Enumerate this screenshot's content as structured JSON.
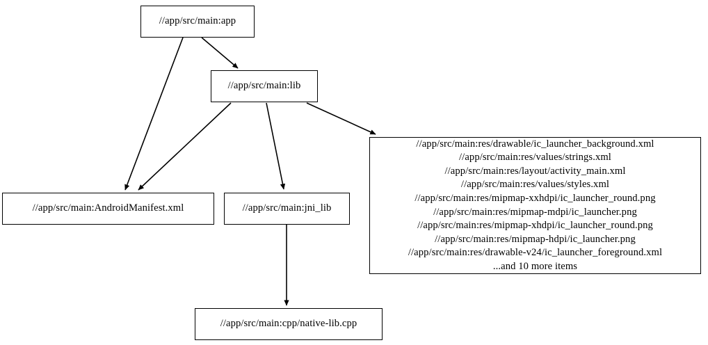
{
  "diagram": {
    "type": "directed-graph",
    "title": "",
    "background_color": "#ffffff",
    "node_border_color": "#000000",
    "node_fill_color": "#ffffff",
    "edge_color": "#000000",
    "text_color": "#000000",
    "nodes": [
      {
        "id": "app",
        "label": "//app/src/main:app"
      },
      {
        "id": "lib",
        "label": "//app/src/main:lib"
      },
      {
        "id": "manifest",
        "label": "//app/src/main:AndroidManifest.xml"
      },
      {
        "id": "jni_lib",
        "label": "//app/src/main:jni_lib"
      },
      {
        "id": "native_lib",
        "label": "//app/src/main:cpp/native-lib.cpp"
      },
      {
        "id": "res",
        "label": "//app/src/main:res/drawable/ic_launcher_background.xml\n//app/src/main:res/values/strings.xml\n//app/src/main:res/layout/activity_main.xml\n//app/src/main:res/values/styles.xml\n//app/src/main:res/mipmap-xxhdpi/ic_launcher_round.png\n//app/src/main:res/mipmap-mdpi/ic_launcher.png\n//app/src/main:res/mipmap-xhdpi/ic_launcher_round.png\n//app/src/main:res/mipmap-hdpi/ic_launcher.png\n//app/src/main:res/drawable-v24/ic_launcher_foreground.xml\n...and 10 more items",
        "lines": [
          "//app/src/main:res/drawable/ic_launcher_background.xml",
          "//app/src/main:res/values/strings.xml",
          "//app/src/main:res/layout/activity_main.xml",
          "//app/src/main:res/values/styles.xml",
          "//app/src/main:res/mipmap-xxhdpi/ic_launcher_round.png",
          "//app/src/main:res/mipmap-mdpi/ic_launcher.png",
          "//app/src/main:res/mipmap-xhdpi/ic_launcher_round.png",
          "//app/src/main:res/mipmap-hdpi/ic_launcher.png",
          "//app/src/main:res/drawable-v24/ic_launcher_foreground.xml",
          "...and 10 more items"
        ]
      }
    ],
    "edges": [
      {
        "from": "app",
        "to": "lib"
      },
      {
        "from": "app",
        "to": "manifest"
      },
      {
        "from": "lib",
        "to": "manifest"
      },
      {
        "from": "lib",
        "to": "jni_lib"
      },
      {
        "from": "lib",
        "to": "res"
      },
      {
        "from": "jni_lib",
        "to": "native_lib"
      }
    ]
  }
}
